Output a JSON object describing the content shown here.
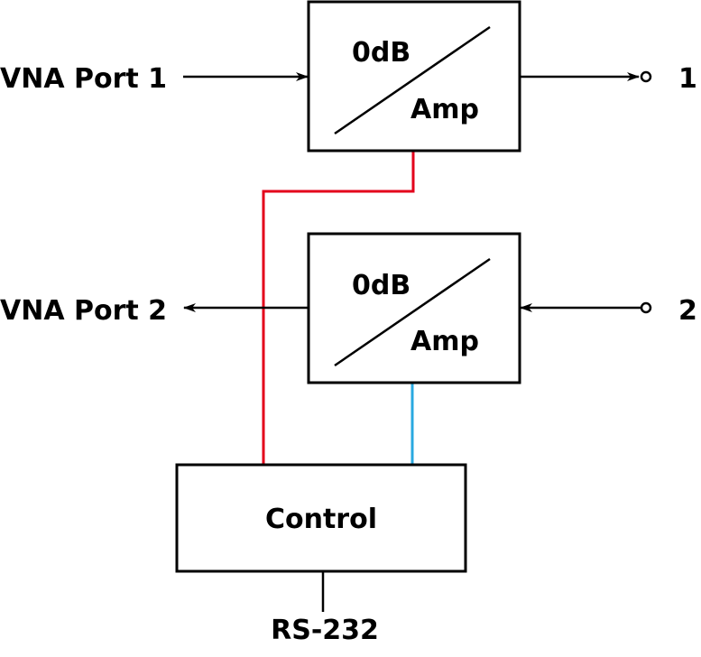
{
  "diagram": {
    "inputs": {
      "vna_port_1": "VNA Port 1",
      "vna_port_2": "VNA Port 2"
    },
    "outputs": {
      "port_1": "1",
      "port_2": "2"
    },
    "amplifier_top": {
      "gain": "0dB",
      "label": "Amp"
    },
    "amplifier_bottom": {
      "gain": "0dB",
      "label": "Amp"
    },
    "control": {
      "label": "Control",
      "interface": "RS-232"
    },
    "colors": {
      "control_line_top_amp": "#e3001b",
      "control_line_bottom_amp": "#29a8e0",
      "signal_line": "#000000"
    }
  }
}
